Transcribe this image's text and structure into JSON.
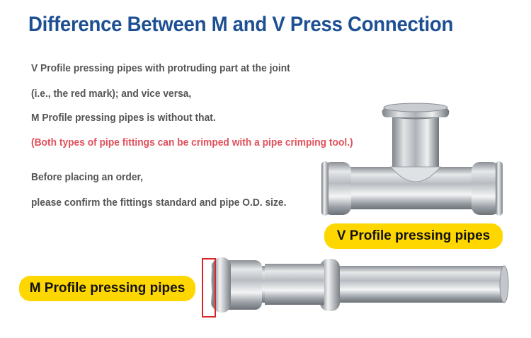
{
  "title": "Difference Between M and V Press Connection",
  "lines": [
    "V Profile pressing pipes with protruding part at the joint",
    " (i.e., the red mark); and vice versa,",
    "M Profile pressing pipes is without that.",
    "(Both types of pipe fittings can be crimped with a pipe crimping tool.)",
    "Before placing an order,",
    "please confirm the fittings standard and pipe O.D. size."
  ],
  "labels": {
    "v_profile": "V Profile pressing pipes",
    "m_profile": "M Profile pressing pipes"
  },
  "colors": {
    "title": "#1d4f93",
    "body_text": "#555555",
    "note_text": "#e0505b",
    "label_bg": "#ffd700",
    "highlight_box": "#d9252a"
  }
}
